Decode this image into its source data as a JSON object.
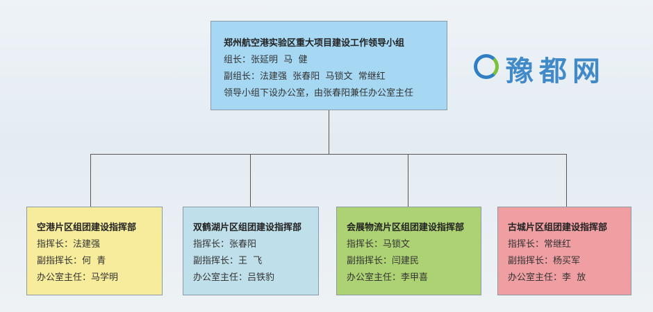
{
  "top": {
    "title": "郑州航空港实验区重大项目建设工作领导小组",
    "lines": [
      "组长：张延明  马  健",
      "副组长：法建强  张春阳  马锁文  常继红",
      "领导小组下设办公室，由张春阳兼任办公室主任"
    ]
  },
  "branches": [
    {
      "title": "空港片区组团建设指挥部",
      "lines": [
        "指挥长：法建强",
        "副指挥长：何  青",
        "办公室主任：马学明"
      ],
      "color": "#f7ec9c"
    },
    {
      "title": "双鹤湖片区组团建设指挥部",
      "lines": [
        "指挥长：张春阳",
        "副指挥长：王  飞",
        "办公室主任：吕铁豹"
      ],
      "color": "#bfdfea"
    },
    {
      "title": "会展物流片区组团建设指挥部",
      "lines": [
        "指挥长：马锁文",
        "副指挥长：闫建民",
        "办公室主任：李甲喜"
      ],
      "color": "#acd273"
    },
    {
      "title": "古城片区组团建设指挥部",
      "lines": [
        "指挥长：常继红",
        "副指挥长：杨买军",
        "办公室主任：李  放"
      ],
      "color": "#ef9fa2"
    }
  ],
  "watermark": "豫都网"
}
